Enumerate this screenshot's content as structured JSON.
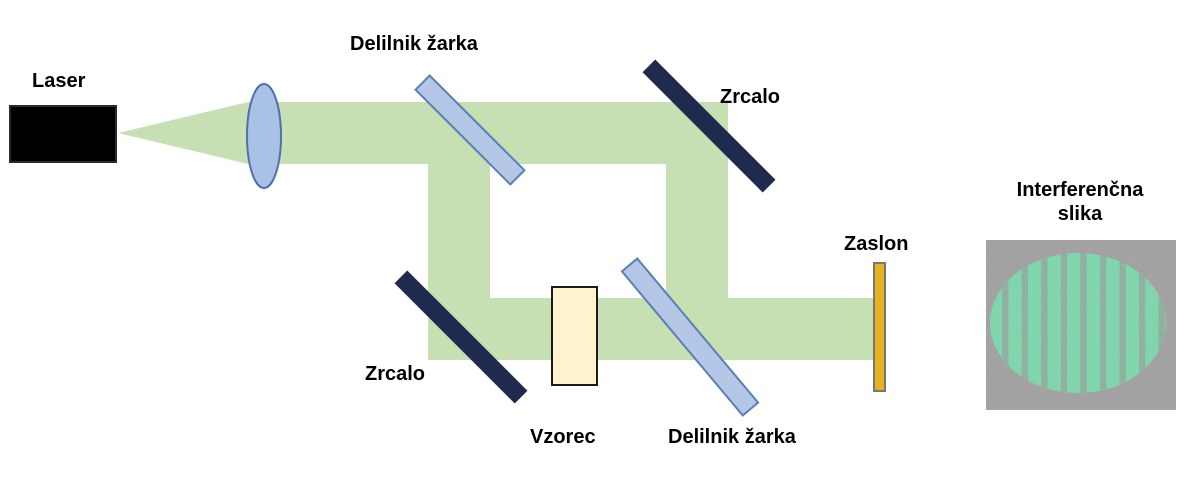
{
  "labels": {
    "laser": "Laser",
    "beam_splitter_top": "Delilnik žarka",
    "mirror_top": "Zrcalo",
    "mirror_bottom": "Zrcalo",
    "sample": "Vzorec",
    "beam_splitter_bottom": "Delilnik žarka",
    "screen": "Zaslon",
    "pattern_line1": "Interferenčna",
    "pattern_line2": "slika"
  },
  "colors": {
    "beam": "#c6e0b4",
    "laser_body": "#000000",
    "lens_fill": "#a9c1e4",
    "lens_stroke": "#4e72a6",
    "splitter_fill": "#b4c7e7",
    "splitter_stroke": "#5a80b4",
    "mirror_fill": "#1f2a4e",
    "sample_fill": "#fff2cc",
    "screen_fill": "#e6b31e",
    "pattern_bg": "#7a7a7a",
    "pattern_fringe": "#46c88a",
    "pattern_dark_fringe": "#5e8f78"
  },
  "interference_pattern": {
    "fringe_count": 9
  }
}
